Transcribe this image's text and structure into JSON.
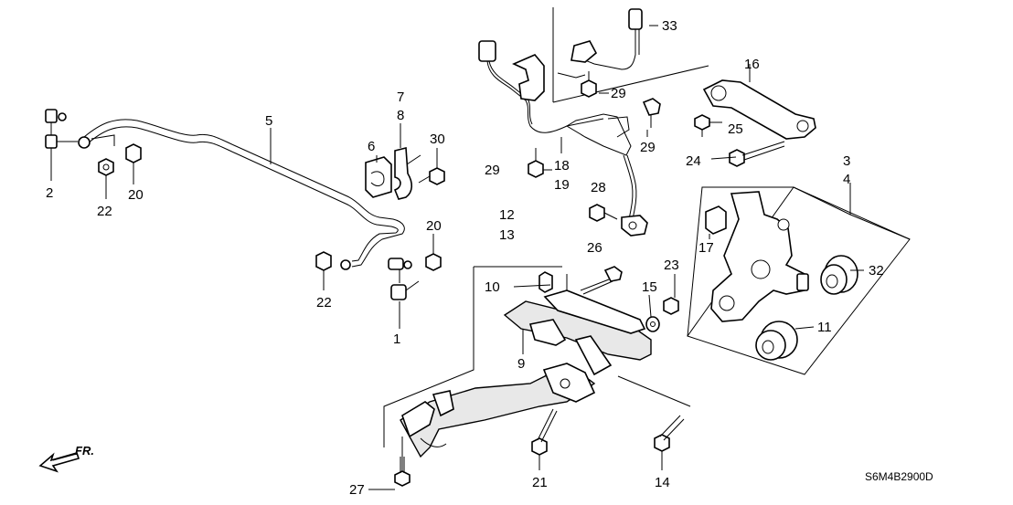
{
  "labels": {
    "l1": "1",
    "l2": "2",
    "l3": "3",
    "l4": "4",
    "l5": "5",
    "l6": "6",
    "l7": "7",
    "l8": "8",
    "l9": "9",
    "l10": "10",
    "l11": "11",
    "l12": "12",
    "l13": "13",
    "l14": "14",
    "l15": "15",
    "l16": "16",
    "l17": "17",
    "l18": "18",
    "l19": "19",
    "l20a": "20",
    "l20b": "20",
    "l21": "21",
    "l22a": "22",
    "l22b": "22",
    "l23": "23",
    "l24": "24",
    "l25": "25",
    "l26": "26",
    "l27": "27",
    "l28": "28",
    "l29a": "29",
    "l29b": "29",
    "l29c": "29",
    "l30": "30",
    "l32": "32",
    "l33": "33"
  },
  "front_arrow": "FR.",
  "diagram_code": "S6M4B2900D"
}
